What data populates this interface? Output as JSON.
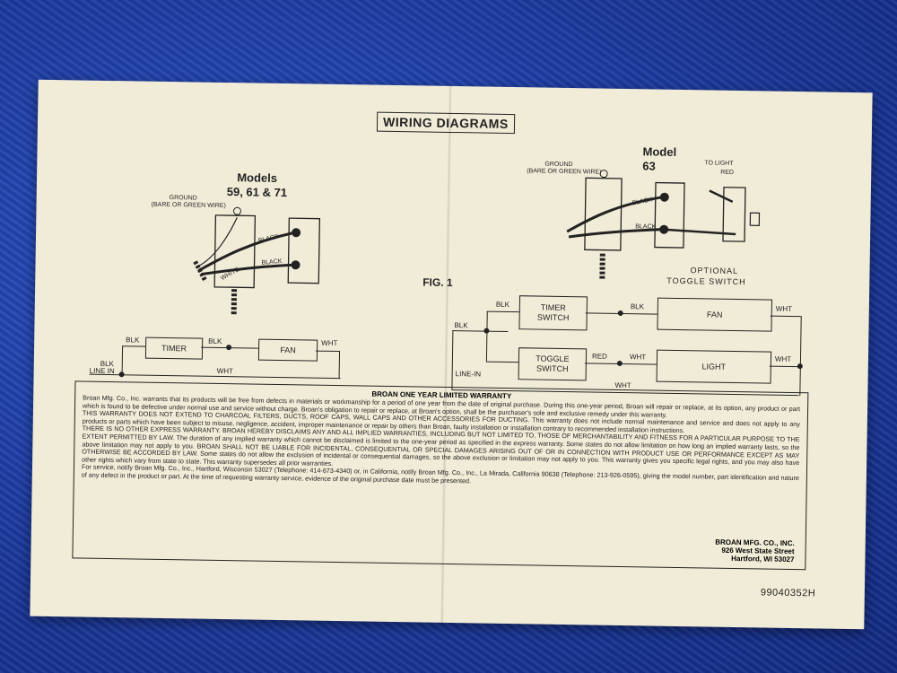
{
  "title": "WIRING DIAGRAMS",
  "left_diagram": {
    "models_line1": "Models",
    "models_line2": "59, 61 & 71",
    "ground_label_1": "GROUND",
    "ground_label_2": "(BARE OR GREEN WIRE)",
    "black_1": "BLACK",
    "black_2": "BLACK",
    "white": "WHITE"
  },
  "right_diagram": {
    "model_line1": "Model",
    "model_line2": "63",
    "ground_label_1": "GROUND",
    "ground_label_2": "(BARE OR GREEN WIRE)",
    "to_light": "TO LIGHT",
    "red": "RED",
    "black_1": "BLACK",
    "black_2": "BLACK",
    "optional_1": "OPTIONAL",
    "optional_2": "TOGGLE SWITCH"
  },
  "fig_label": "FIG. 1",
  "schematic_left": {
    "timer": "TIMER",
    "fan": "FAN",
    "blk1": "BLK",
    "blk2": "BLK",
    "blk_in": "BLK",
    "wht1": "WHT",
    "wht2": "WHT",
    "line_in": "LINE IN"
  },
  "schematic_right": {
    "timer_switch_1": "TIMER",
    "timer_switch_2": "SWITCH",
    "toggle_switch_1": "TOGGLE",
    "toggle_switch_2": "SWITCH",
    "fan": "FAN",
    "light": "LIGHT",
    "blk_top": "BLK",
    "blk_mid": "BLK",
    "blk_in": "BLK",
    "red": "RED",
    "wht_mid": "WHT",
    "wht_top": "WHT",
    "wht_right": "WHT",
    "wht_bottom": "WHT",
    "line_in": "LINE-IN"
  },
  "warranty": {
    "heading": "BROAN ONE YEAR LIMITED WARRANTY",
    "p1": "Broan Mfg. Co., Inc. warrants that its products will be free from defects in materials or workmanship for a period of one year from the date of original purchase. During this one-year period, Broan will repair or replace, at its option, any product or part which is found to be defective under normal use and service without charge. Broan's obligation to repair or replace, at Broan's option, shall be the purchaser's sole and exclusive remedy under this warranty.",
    "p2": "THIS WARRANTY DOES NOT EXTEND TO CHARCOAL FILTERS, DUCTS, ROOF CAPS, WALL CAPS AND OTHER ACCESSORIES FOR DUCTING. This warranty does not include normal maintenance and service and does not apply to any products or parts which have been subject to misuse, negligence, accident, improper maintenance or repair by others than Broan, faulty installation or installation contrary to recommended installation instructions.",
    "p3": "THERE IS NO OTHER EXPRESS WARRANTY. BROAN HEREBY DISCLAIMS ANY AND ALL IMPLIED WARRANTIES, INCLUDING BUT NOT LIMITED TO, THOSE OF MERCHANTABILITY AND FITNESS FOR A PARTICULAR PURPOSE TO THE EXTENT PERMITTED BY LAW. The duration of any implied warranty which cannot be disclaimed is limited to the one-year period as specified in the express warranty. Some states do not allow limitation on how long an implied warranty lasts, so the above limitation may not apply to you. BROAN SHALL NOT BE LIABLE FOR INCIDENTAL, CONSEQUENTIAL OR SPECIAL DAMAGES ARISING OUT OF OR IN CONNECTION WITH PRODUCT USE OR PERFORMANCE EXCEPT AS MAY OTHERWISE BE ACCORDED BY LAW. Some states do not allow the exclusion of incidental or consequential damages, so the above exclusion or limitation may not apply to you. This warranty gives you specific legal rights, and you may also have other rights which vary from state to state. This warranty supersedes all prior warranties.",
    "p4": "For service, notify Broan Mfg. Co., Inc., Hartford, Wisconsin 53027 (Telephone: 414-673-4340) or, in California, notify Broan Mfg. Co., Inc., La Mirada, California 90638 (Telephone: 213-926-0595), giving the model number, part identification and nature of any defect in the product or part. At the time of requesting warranty service, evidence of the original purchase date must be presented.",
    "addr1": "BROAN MFG. CO., INC.",
    "addr2": "926 West State Street",
    "addr3": "Hartford, WI 53027"
  },
  "part_number": "99040352H"
}
